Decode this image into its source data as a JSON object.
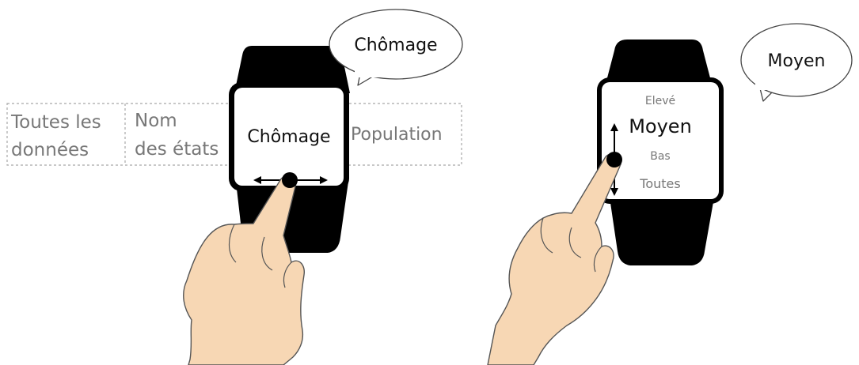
{
  "left_panel": {
    "bubble_label": "Chômage",
    "strip": {
      "cell_1": {
        "line_1": "Toutes les",
        "line_2": "données"
      },
      "cell_2": {
        "line_1": "Nom",
        "line_2": "des états"
      },
      "current": "Chômage",
      "cell_4": "Population"
    },
    "gesture": "horizontal-swipe"
  },
  "right_panel": {
    "bubble_label": "Moyen",
    "list": {
      "item_above": "Elevé",
      "current": "Moyen",
      "item_below_1": "Bas",
      "item_below_2": "Toutes"
    },
    "gesture": "vertical-swipe"
  },
  "colors": {
    "strap": "#000000",
    "screen": "#ffffff",
    "skin": "#f7d7b4",
    "skin_outline": "#555555",
    "muted_text": "#777777",
    "dashed_border": "#a8a8a8"
  }
}
